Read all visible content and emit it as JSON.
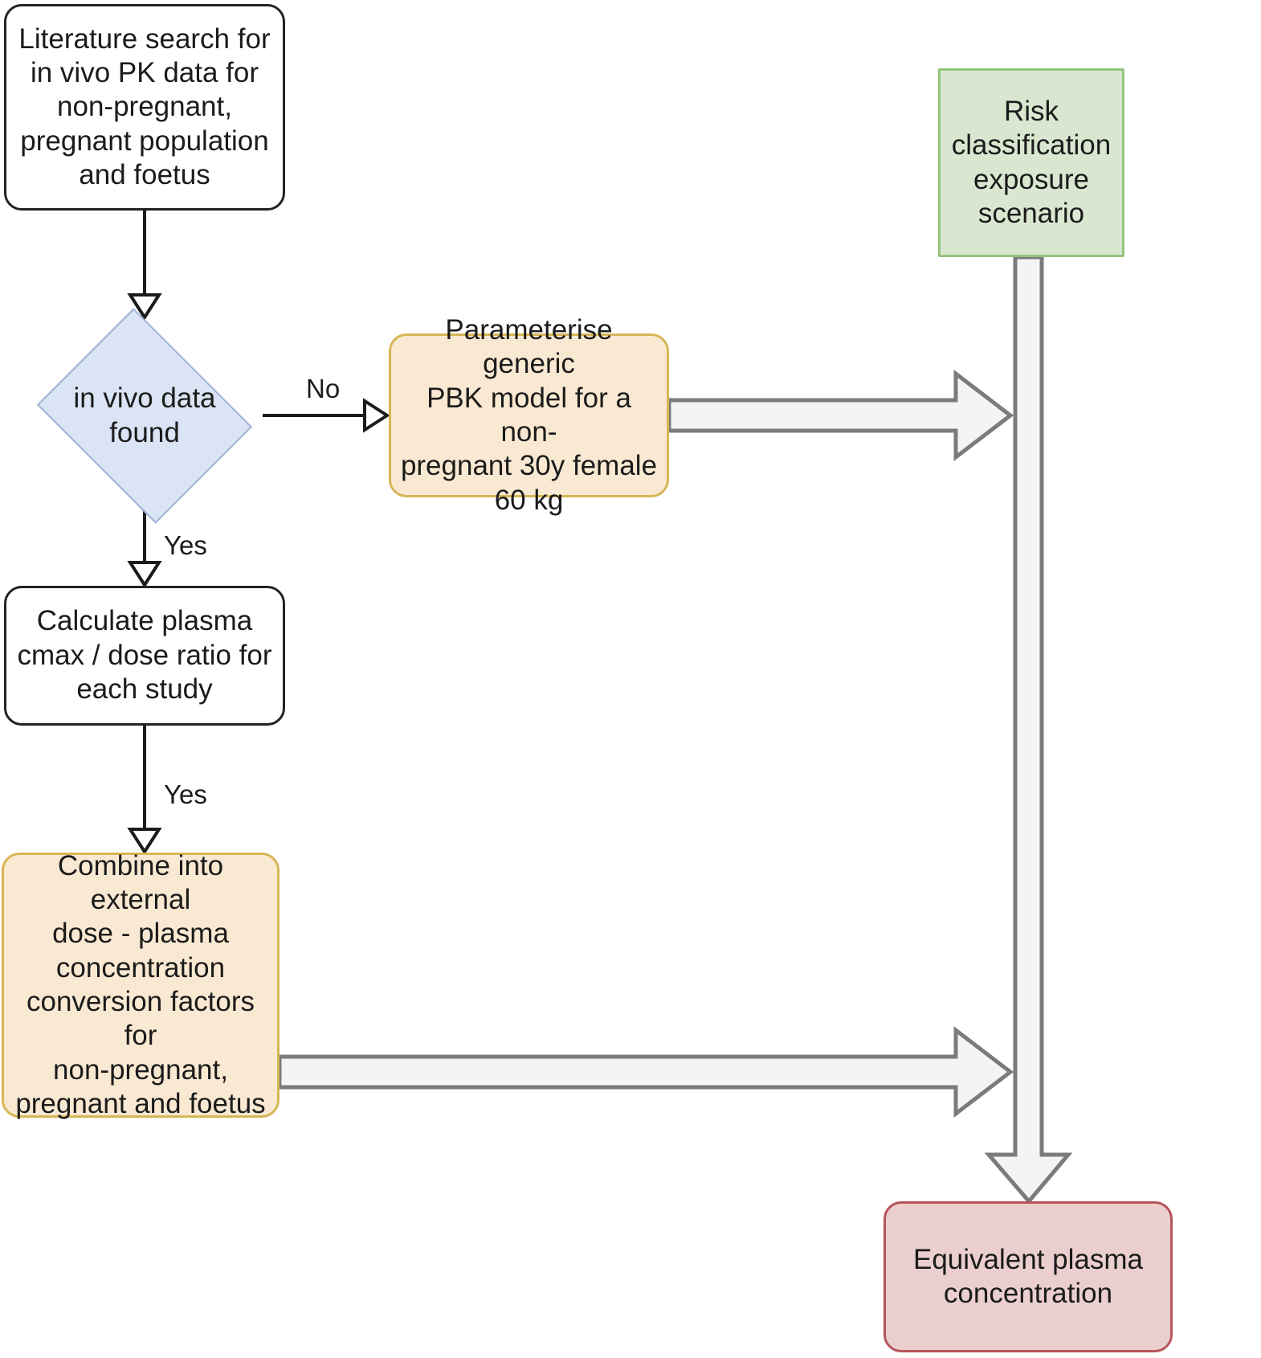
{
  "diagram": {
    "title": "PBK modelling workflow flowchart",
    "background": "#ffffff",
    "nodes": {
      "literature_search": {
        "label": "Literature search for\nin vivo PK data for\nnon-pregnant,\npregnant population\nand foetus",
        "shape": "rounded-rectangle",
        "fill": "#ffffff",
        "stroke": "#232323"
      },
      "in_vivo_decision": {
        "label": "in vivo data\nfound",
        "shape": "diamond",
        "fill": "#dae4f4",
        "stroke": "#9fb3d4"
      },
      "parameterise_pbk": {
        "label": "Parameterise generic\nPBK model for a non-\npregnant 30y female\n60 kg",
        "shape": "rounded-rectangle",
        "fill": "#fae9d2",
        "stroke": "#d6b656"
      },
      "calculate_cmax": {
        "label": "Calculate plasma\ncmax / dose ratio for\neach study",
        "shape": "rounded-rectangle",
        "fill": "#ffffff",
        "stroke": "#232323"
      },
      "combine_external_dose": {
        "label": "Combine into external\ndose - plasma\nconcentration\nconversion factors for\nnon-pregnant,\npregnant and foetus",
        "shape": "rounded-rectangle",
        "fill": "#fae9d2",
        "stroke": "#d6b656"
      },
      "risk_classification": {
        "label": "Risk\nclassification\nexposure\nscenario",
        "shape": "rectangle",
        "fill": "#d9e7d1",
        "stroke": "#93c47d"
      },
      "equivalent_plasma": {
        "label": "Equivalent plasma\nconcentration",
        "shape": "rounded-rectangle",
        "fill": "#ebcfcf",
        "stroke": "#b5555b"
      }
    },
    "edge_labels": {
      "no": "No",
      "yes_decision_to_calculate": "Yes",
      "yes_calculate_to_combine": "Yes"
    },
    "connectors": {
      "thin_line_color": "#1b1b1b",
      "block_arrow_fill": "#f4f4f4",
      "block_arrow_stroke": "#7b7b7b"
    }
  }
}
